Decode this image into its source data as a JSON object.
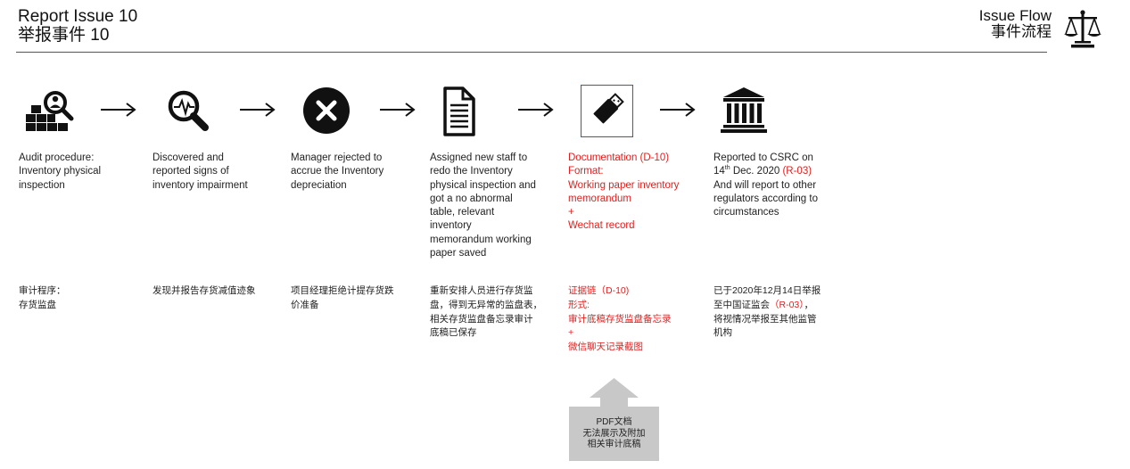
{
  "header": {
    "title_en": "Report Issue 10",
    "title_zh": "举报事件 10",
    "flow_en": "Issue Flow",
    "flow_zh": "事件流程",
    "scale_icon": "balance-scale-icon"
  },
  "steps": [
    {
      "icon": "audit-inventory-icon",
      "en_lines": [
        "Audit procedure:",
        "Inventory physical",
        "inspection"
      ],
      "zh_lines": [
        "审计程序：",
        "存货监盘"
      ]
    },
    {
      "icon": "magnifier-pulse-icon",
      "en_lines": [
        "Discovered and",
        "reported signs of",
        "inventory impairment"
      ],
      "zh_lines": [
        "发现并报告存货减值迹象"
      ]
    },
    {
      "icon": "reject-x-icon",
      "en_lines": [
        "Manager rejected to",
        "accrue the Inventory",
        "depreciation"
      ],
      "zh_lines": [
        "项目经理拒绝计提存货跌",
        "价准备"
      ]
    },
    {
      "icon": "document-icon",
      "en_lines": [
        "Assigned new staff to",
        "redo the Inventory",
        "physical inspection and",
        "got a no abnormal",
        "table, relevant",
        "inventory",
        "memorandum working",
        "paper saved"
      ],
      "zh_lines": [
        "重新安排人员进行存货监",
        "盘，得到无异常的监盘表，",
        "相关存货监盘备忘录审计",
        "底稿已保存"
      ]
    },
    {
      "icon": "usb-drive-icon",
      "en_lines": [
        "Documentation (D-10)",
        "Format:",
        "Working paper inventory",
        "memorandum",
        "+",
        "Wechat record"
      ],
      "zh_lines": [
        "证据链（D-10)",
        "形式:",
        "审计底稿存货监盘备忘录",
        "+",
        "微信聊天记录截图"
      ]
    },
    {
      "icon": "bank-building-icon",
      "en_lines": [
        "Reported to CSRC on",
        "14",
        "th",
        " Dec. 2020 ",
        "(R-03)",
        "And will report to other",
        "regulators according to",
        "circumstances"
      ],
      "zh_lines": [
        "已于2020年12月14日举报",
        "至中国证监会",
        "（R-03）",
        "，",
        "将视情况举报至其他监管",
        "机构"
      ]
    }
  ],
  "callout": {
    "lines": [
      "PDF文档",
      "无法展示及附加",
      "相关审计底稿"
    ]
  },
  "colors": {
    "accent": "#e02020",
    "text": "#1f1f1f",
    "callout_fill": "#c8c8c8"
  }
}
